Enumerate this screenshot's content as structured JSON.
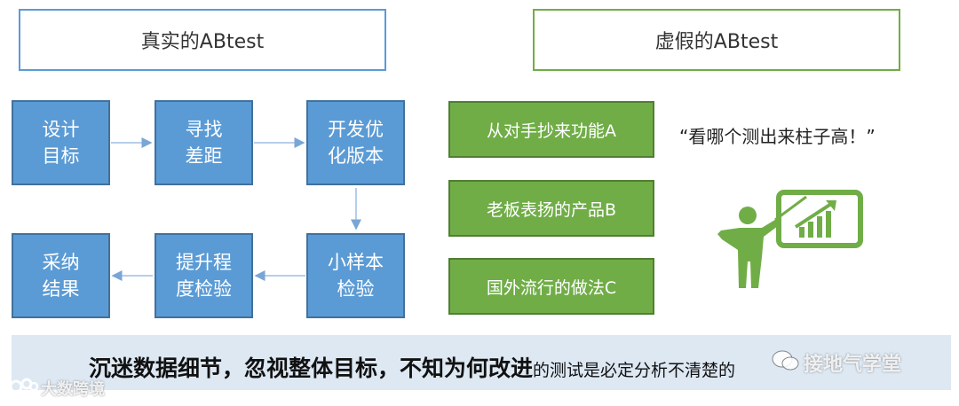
{
  "headers": {
    "real": "真实的ABtest",
    "fake": "虚假的ABtest"
  },
  "real_flow": {
    "steps": [
      "设计\n目标",
      "寻找\n差距",
      "开发优\n化版本",
      "小样本\n检验",
      "提升程\n度检验",
      "采纳\n结果"
    ]
  },
  "fake_flow": {
    "options": [
      "从对手抄来功能A",
      "老板表扬的产品B",
      "国外流行的做法C"
    ],
    "quote": "“看哪个测出来柱子高！”",
    "presenter_icon": "presenter-pointing-at-chart-icon"
  },
  "banner": {
    "bold_text": "沉迷数据细节，忽视整体目标，不知为何改进",
    "normal_text": "的测试是必定分析不清楚的"
  },
  "watermarks": {
    "right": "接地气学堂",
    "left": "大数跨境"
  },
  "colors": {
    "blue_fill": "#5b9bd5",
    "blue_border": "#41719c",
    "green_fill": "#70ad47",
    "green_border": "#507e32",
    "banner_bg": "#dde8f3"
  }
}
